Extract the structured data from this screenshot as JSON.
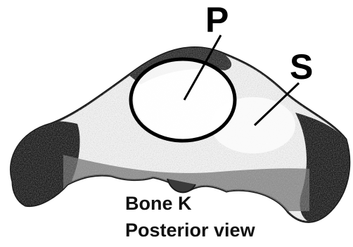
{
  "labels": {
    "p": "P",
    "s": "S"
  },
  "caption": {
    "line1": "Bone K",
    "line2": "Posterior view"
  },
  "colors": {
    "ink": "#000000",
    "shading_dark": "#1a1a1a",
    "shading_mid": "#6e6e6e",
    "paper": "#ffffff"
  }
}
